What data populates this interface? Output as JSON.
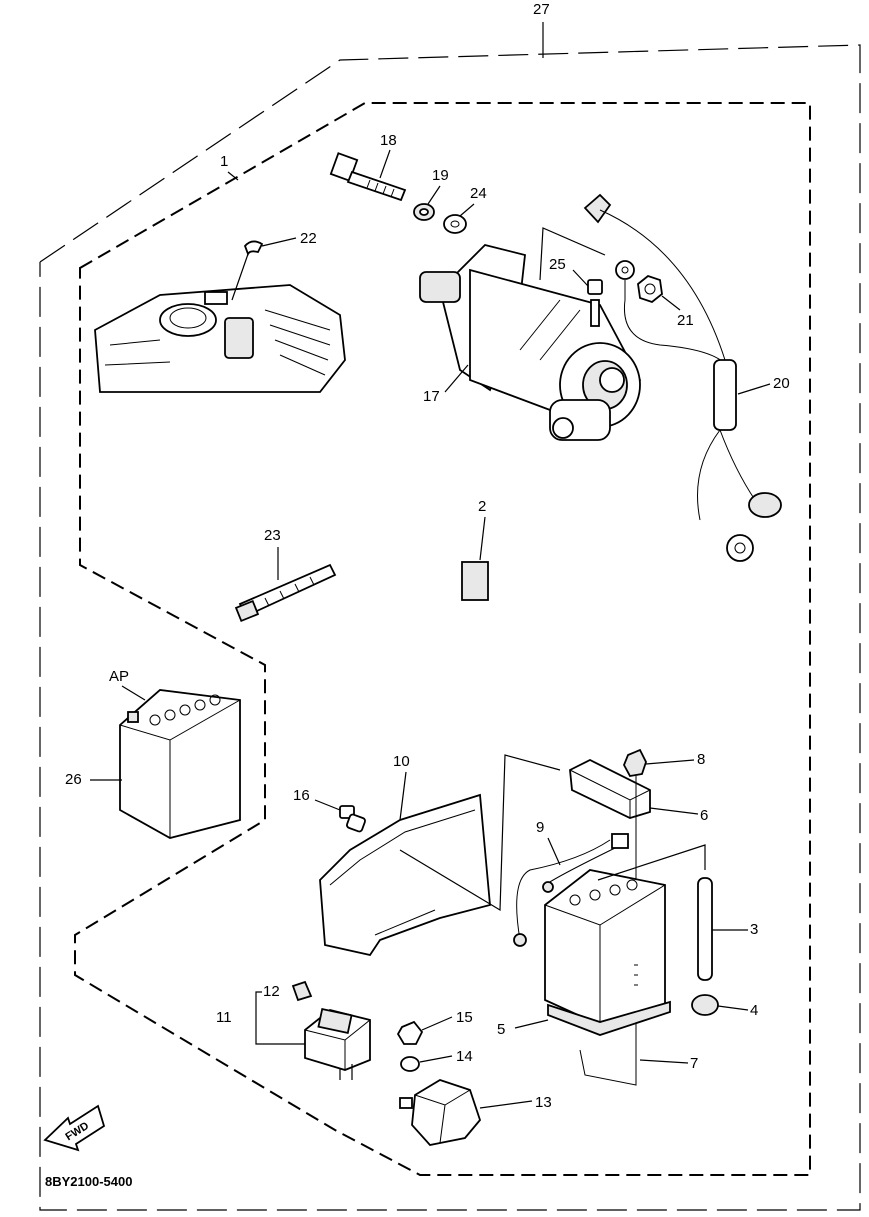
{
  "diagram": {
    "callouts": [
      "1",
      "2",
      "3",
      "4",
      "5",
      "6",
      "7",
      "8",
      "9",
      "10",
      "11",
      "12",
      "13",
      "14",
      "15",
      "16",
      "17",
      "18",
      "19",
      "20",
      "21",
      "22",
      "23",
      "24",
      "25",
      "26",
      "27"
    ],
    "ap_label": "AP",
    "fwd_label": "FWD",
    "part_code": "8BY2100-5400"
  }
}
